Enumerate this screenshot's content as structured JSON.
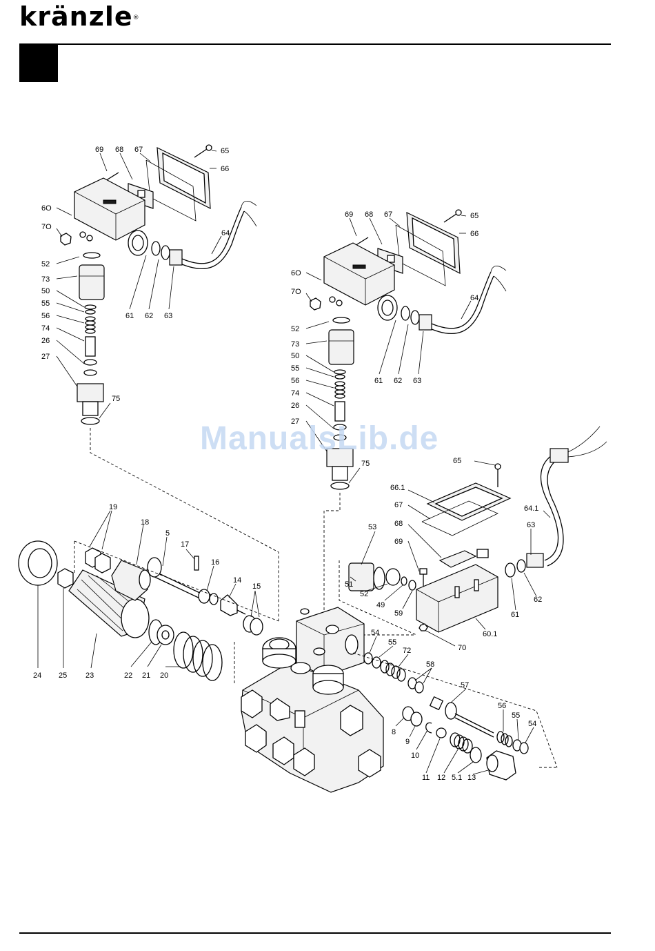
{
  "brand": {
    "logo_text": "kränzle",
    "registered_mark": "®"
  },
  "watermark": "ManualsLib.de",
  "colors": {
    "rule": "#000000",
    "watermark": "#c5d9f3"
  },
  "callouts": {
    "top_left": [
      "69",
      "68",
      "67",
      "65",
      "66",
      "6O",
      "7O",
      "52",
      "73",
      "50",
      "55",
      "56",
      "74",
      "26",
      "27",
      "61",
      "62",
      "63",
      "64",
      "75"
    ],
    "top_right": [
      "69",
      "68",
      "67",
      "65",
      "66",
      "6O",
      "7O",
      "52",
      "73",
      "50",
      "55",
      "56",
      "74",
      "26",
      "27",
      "61",
      "62",
      "63",
      "64",
      "75"
    ],
    "right_switch": [
      "65",
      "66.1",
      "67",
      "68",
      "69",
      "53",
      "51",
      "52",
      "49",
      "59",
      "64.1",
      "63",
      "62",
      "61",
      "60.1",
      "70"
    ],
    "main_left": [
      "19",
      "18",
      "5",
      "17",
      "16",
      "14",
      "15",
      "24",
      "25",
      "23",
      "22",
      "21",
      "20"
    ],
    "main_right": [
      "54",
      "55",
      "72",
      "58",
      "57",
      "56",
      "55",
      "54",
      "8",
      "9",
      "10",
      "11",
      "12",
      "5.1",
      "13"
    ]
  }
}
